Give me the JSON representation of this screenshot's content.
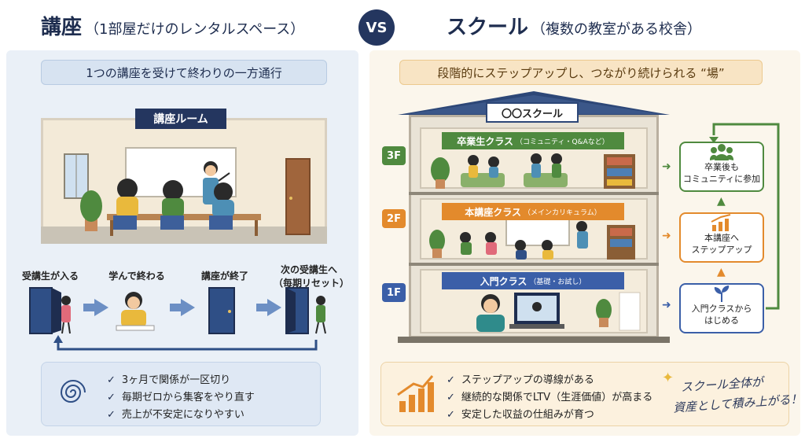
{
  "left_header": {
    "title": "講座",
    "subtitle": "（1部屋だけのレンタルスペース）"
  },
  "vs_label": "VS",
  "right_header": {
    "title": "スクール",
    "subtitle": "（複数の教室がある校舎）"
  },
  "left": {
    "tagline": "1つの講座を受けて終わりの一方通行",
    "room_label": "講座ルーム",
    "flow": [
      {
        "label": "受講生が入る"
      },
      {
        "label": "学んで終わる"
      },
      {
        "label": "講座が終了"
      },
      {
        "label_line1": "次の受講生へ",
        "label_line2": "（毎期リセット）"
      }
    ],
    "points": [
      "3ヶ月で関係が一区切り",
      "毎期ゼロから集客をやり直す",
      "売上が不安定になりやすい"
    ]
  },
  "right": {
    "tagline": "段階的にステップアップし、つながり続けられる “場”",
    "school_name": "〇〇スクール",
    "floors": [
      {
        "tag": "3F",
        "title": "卒業生クラス",
        "note": "（コミュニティ・Q&Aなど）",
        "color": "#4f8a3f"
      },
      {
        "tag": "2F",
        "title": "本講座クラス",
        "note": "（メインカリキュラム）",
        "color": "#e38a2c"
      },
      {
        "tag": "1F",
        "title": "入門クラス",
        "note": "（基礎・お試し）",
        "color": "#3b5fa8"
      }
    ],
    "steps": [
      {
        "line1": "卒業後も",
        "line2": "コミュニティに参加",
        "icon": "community-icon",
        "color": "#4f8a3f"
      },
      {
        "line1": "本講座へ",
        "line2": "ステップアップ",
        "icon": "bar-chart-icon",
        "color": "#e38a2c"
      },
      {
        "line1": "入門クラスから",
        "line2": "はじめる",
        "icon": "sprout-icon",
        "color": "#3b5fa8"
      }
    ],
    "points": [
      "ステップアップの導線がある",
      "継続的な関係でLTV（生涯価値）が高まる",
      "安定した収益の仕組みが育つ"
    ],
    "handwritten_line1": "スクール全体が",
    "handwritten_line2": "資産として積み上がる！"
  }
}
